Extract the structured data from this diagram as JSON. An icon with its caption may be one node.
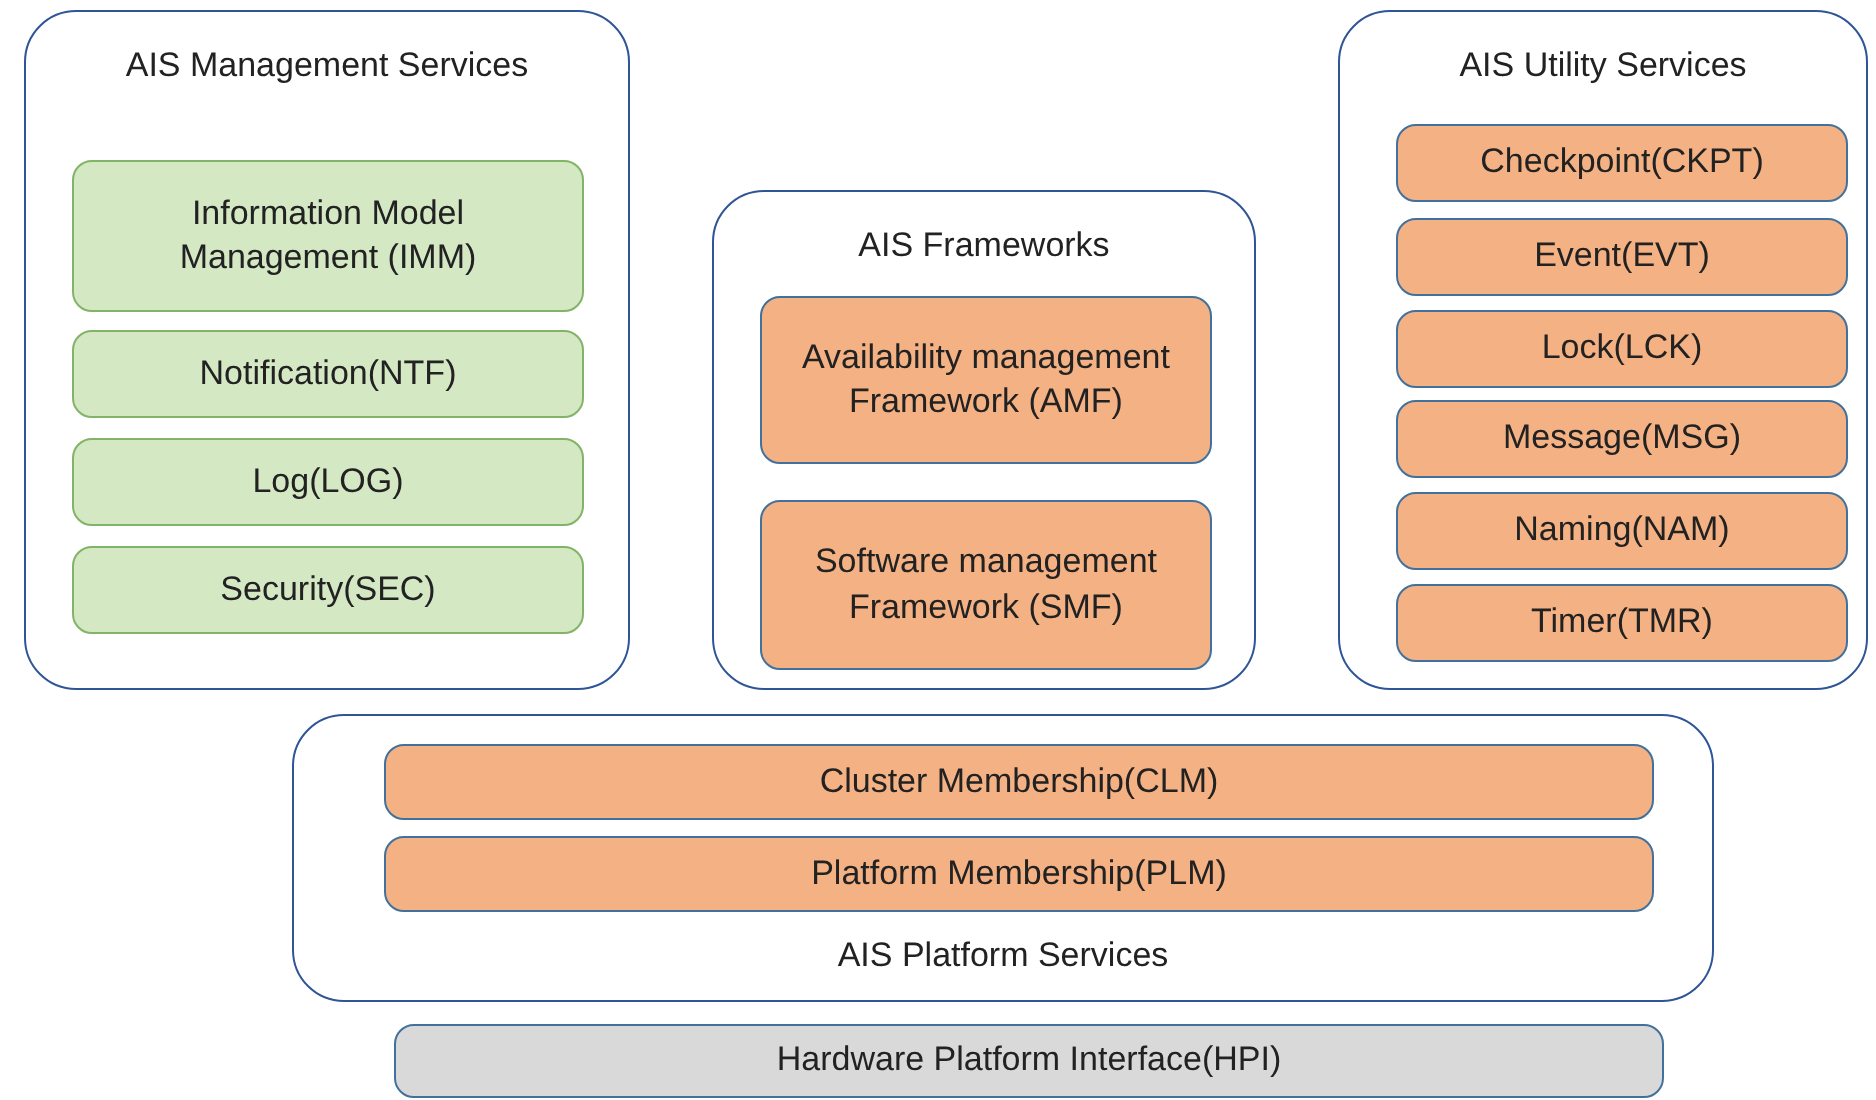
{
  "diagram": {
    "nodes": [
      {
        "text": [
          "AIS Management Services"
        ]
      },
      {
        "text": [
          "Information Model Management (IMM)"
        ],
        "in": 0
      },
      {
        "text": [
          "Notification(NTF)"
        ],
        "in": 0
      },
      {
        "text": [
          "Log(LOG)"
        ],
        "in": 0
      },
      {
        "text": [
          "Security(SEC)"
        ],
        "in": 0
      },
      {
        "text": [
          "AIS Frameworks"
        ]
      },
      {
        "text": [
          "Availability management Framework (AMF)"
        ],
        "in": 5
      },
      {
        "text": [
          "Software management Framework (SMF)"
        ],
        "in": 5
      },
      {
        "text": [
          "AIS Utility Services"
        ]
      },
      {
        "text": [
          "Checkpoint(CKPT)"
        ],
        "in": 8
      },
      {
        "text": [
          "Event(EVT)"
        ],
        "in": 8
      },
      {
        "text": [
          "Lock(LCK)"
        ],
        "in": 8
      },
      {
        "text": [
          "Message(MSG)"
        ],
        "in": 8
      },
      {
        "text": [
          "Naming(NAM)"
        ],
        "in": 8
      },
      {
        "text": [
          "Timer(TMR)"
        ],
        "in": 8
      },
      {
        "text": [
          "AIS Platform Services"
        ]
      },
      {
        "text": [
          "Cluster Membership(CLM)"
        ],
        "in": 15
      },
      {
        "text": [
          "Platform Membership(PLM)"
        ],
        "in": 15
      },
      {
        "text": [
          "Hardware Platform Interface(HPI)"
        ]
      }
    ]
  }
}
